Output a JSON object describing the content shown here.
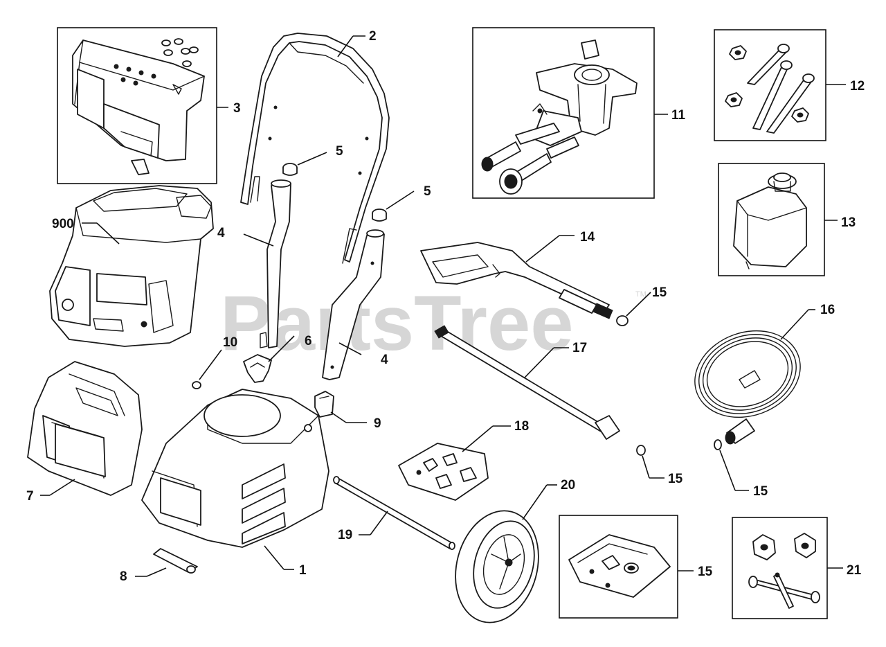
{
  "watermark": {
    "text": "PartsTree",
    "trademark": "TM"
  },
  "labels": {
    "p1": "1",
    "p2": "2",
    "p3": "3",
    "p4a": "4",
    "p4b": "4",
    "p5a": "5",
    "p5b": "5",
    "p6": "6",
    "p7": "7",
    "p8": "8",
    "p9": "9",
    "p10": "10",
    "p11": "11",
    "p12": "12",
    "p13": "13",
    "p14": "14",
    "p15a": "15",
    "p15b": "15",
    "p15c": "15",
    "p15d": "15",
    "p16": "16",
    "p17": "17",
    "p18": "18",
    "p19": "19",
    "p20": "20",
    "p21": "21",
    "p900": "900"
  }
}
